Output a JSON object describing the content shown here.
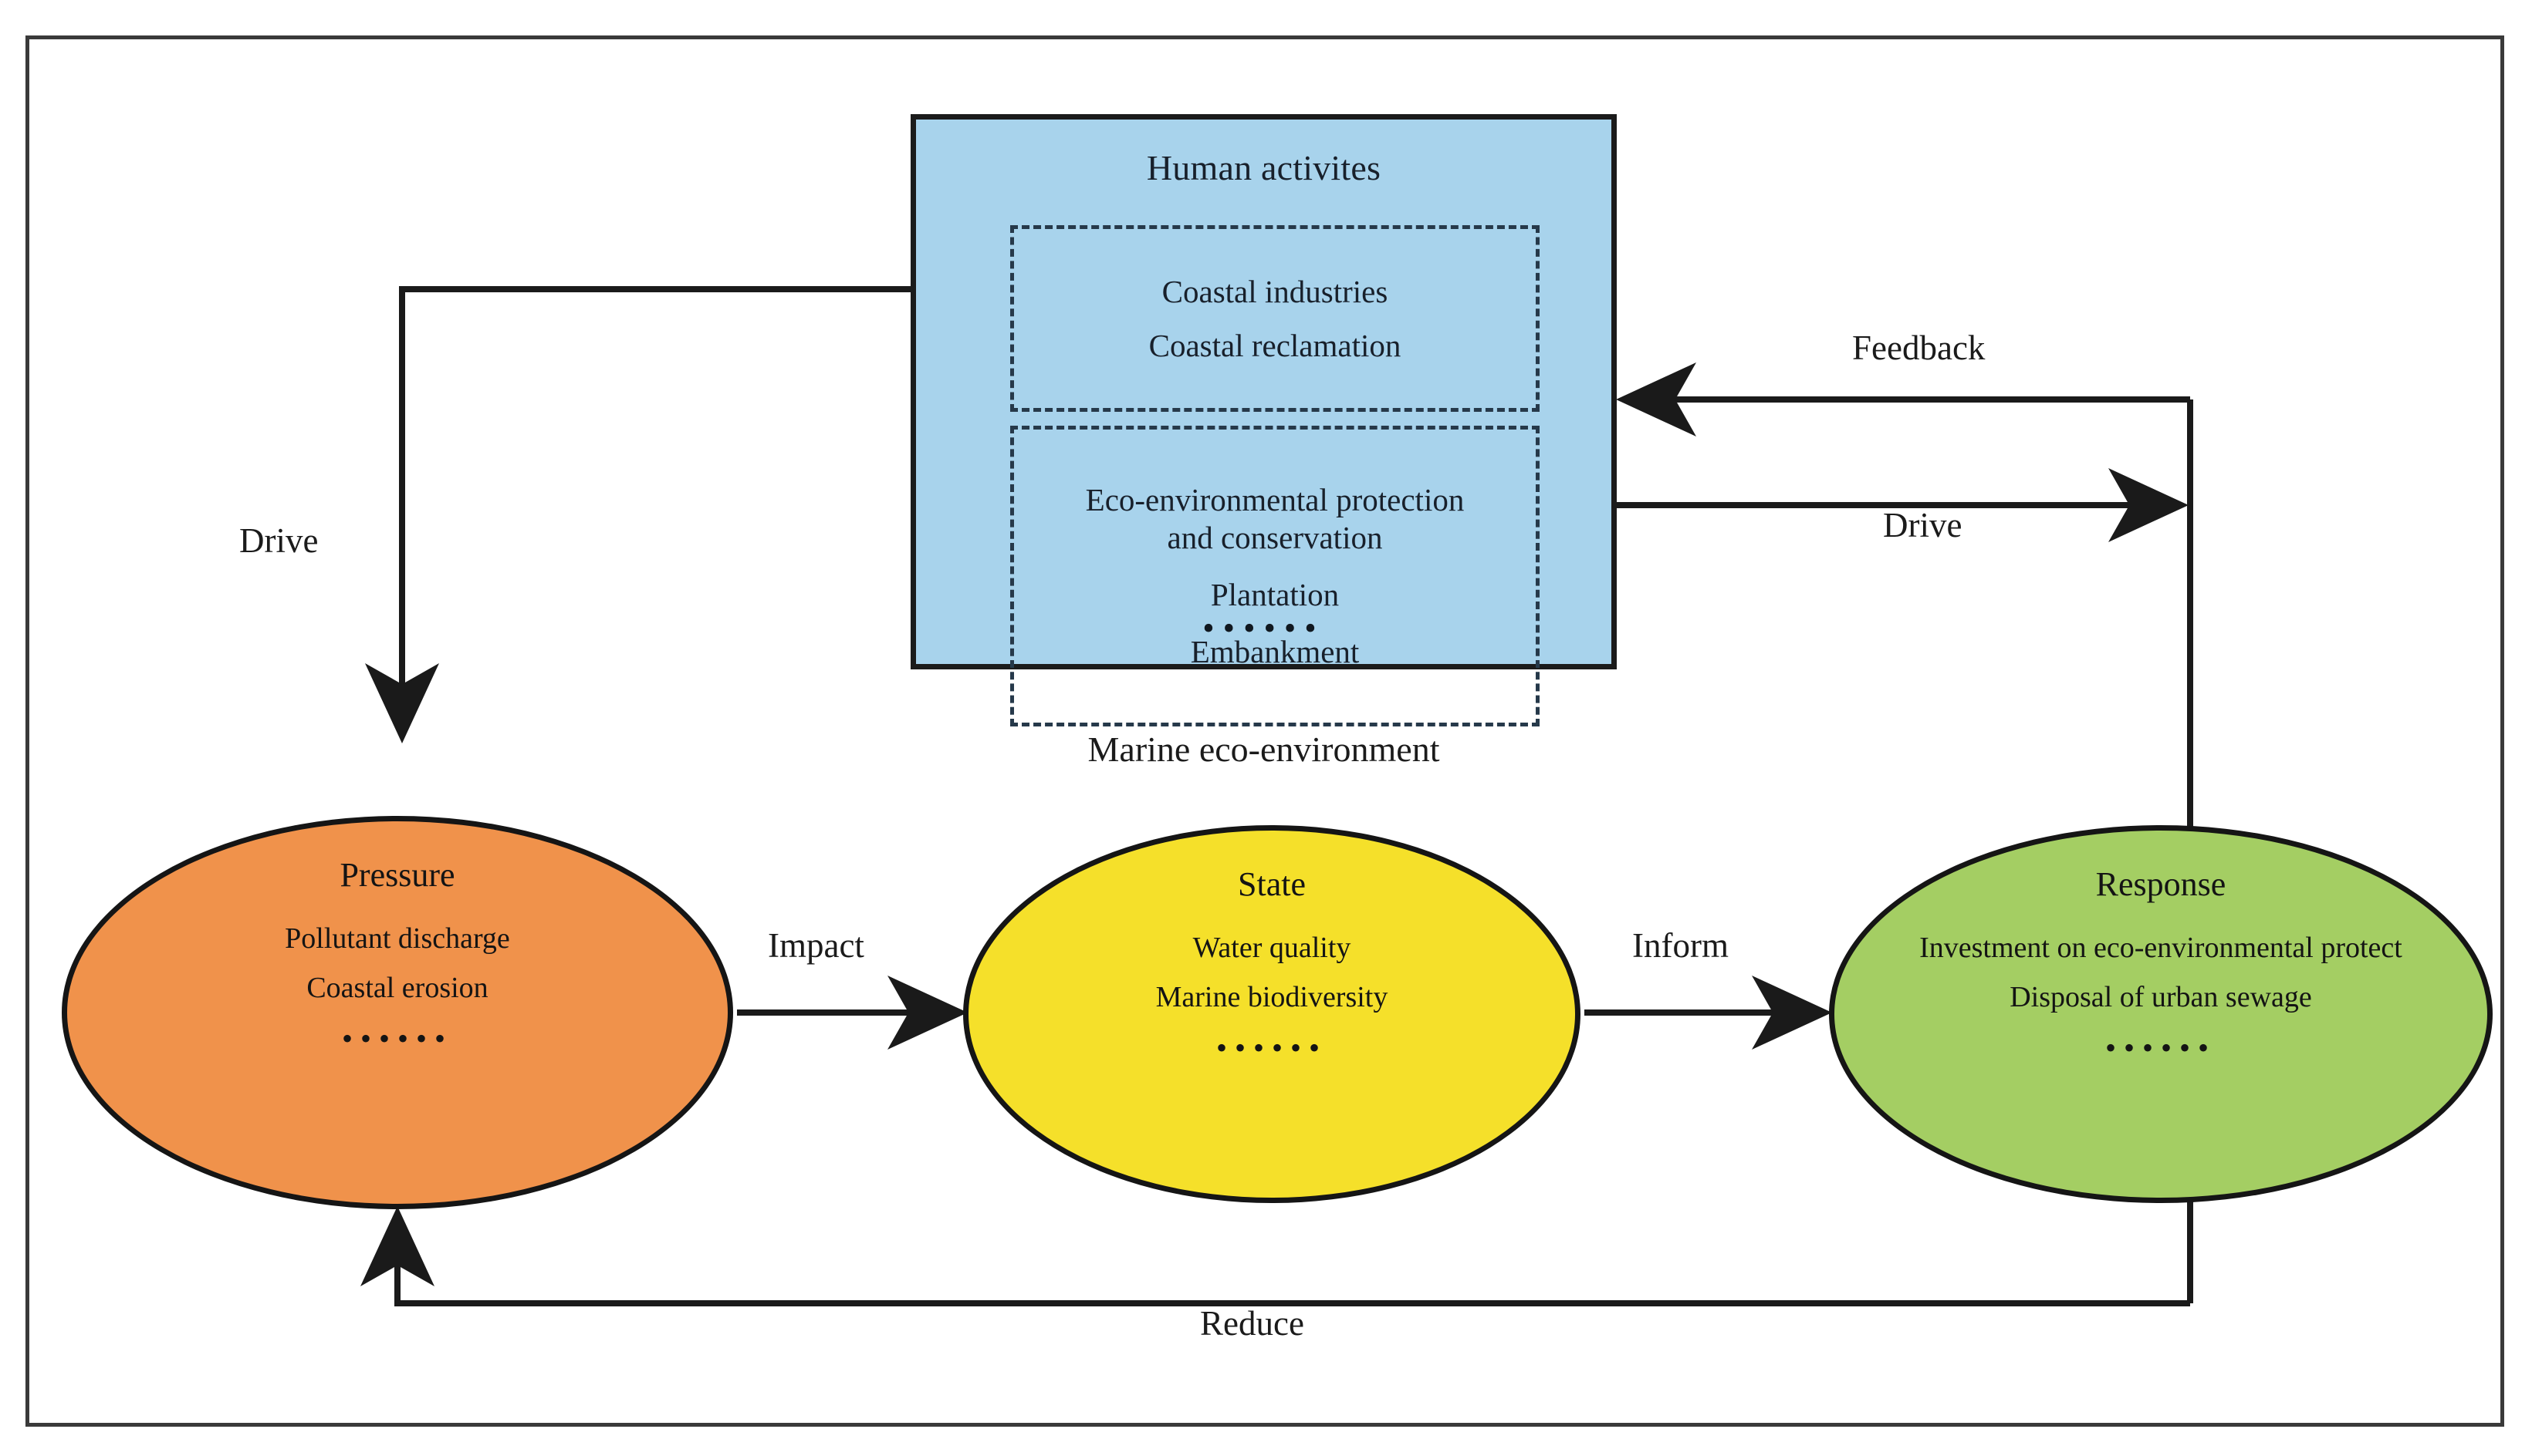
{
  "figure": {
    "title": "Marine eco-environment DPSIR conceptual framework",
    "background": "#ffffff",
    "frame_color": "#3a3a3a"
  },
  "human_panel": {
    "title": "Human activites",
    "fill_color": "#a8d3ec",
    "border_color": "#1b1b1b",
    "dashed_group_pressure": {
      "items": [
        "Coastal industries",
        "Coastal reclamation"
      ]
    },
    "dashed_group_response": {
      "items": [
        "Eco-environmental protection\nand conservation",
        "Plantation",
        "Embankment"
      ]
    },
    "ellipsis": "••••••"
  },
  "marine_caption": "Marine eco-environment",
  "nodes": {
    "pressure": {
      "title": "Pressure",
      "color": "#f0924b",
      "items": [
        "Pollutant discharge",
        "Coastal erosion"
      ],
      "ellipsis": "••••••"
    },
    "state": {
      "title": "State",
      "color": "#f5e02a",
      "items": [
        "Water quality",
        "Marine biodiversity"
      ],
      "ellipsis": "••••••"
    },
    "response": {
      "title": "Response",
      "color": "#a4ce63",
      "items": [
        "Investment on eco-environmental protect",
        "Disposal of urban sewage"
      ],
      "ellipsis": "••••••"
    }
  },
  "edges": {
    "drive_left": "Drive",
    "feedback": "Feedback",
    "drive_right": "Drive",
    "impact": "Impact",
    "inform": "Inform",
    "reduce": "Reduce"
  },
  "chart_data": {
    "type": "diagram",
    "title": "Marine eco-environment DPSIR framework",
    "nodes": [
      {
        "id": "human",
        "label": "Human activites",
        "shape": "rectangle",
        "color": "#a8d3ec",
        "contents": [
          "Coastal industries",
          "Coastal reclamation",
          "Eco-environmental protection and conservation",
          "Plantation",
          "Embankment",
          "••••••"
        ]
      },
      {
        "id": "pressure",
        "label": "Pressure",
        "shape": "ellipse",
        "color": "#f0924b",
        "contents": [
          "Pollutant discharge",
          "Coastal erosion",
          "••••••"
        ]
      },
      {
        "id": "state",
        "label": "State",
        "shape": "ellipse",
        "color": "#f5e02a",
        "contents": [
          "Water quality",
          "Marine biodiversity",
          "••••••"
        ]
      },
      {
        "id": "response",
        "label": "Response",
        "shape": "ellipse",
        "color": "#a4ce63",
        "contents": [
          "Investment on eco-environmental protect",
          "Disposal of urban sewage",
          "••••••"
        ]
      }
    ],
    "edges": [
      {
        "from": "human",
        "to": "pressure",
        "label": "Drive"
      },
      {
        "from": "pressure",
        "to": "state",
        "label": "Impact"
      },
      {
        "from": "state",
        "to": "response",
        "label": "Inform"
      },
      {
        "from": "human",
        "to": "response",
        "label": "Drive"
      },
      {
        "from": "response",
        "to": "human",
        "label": "Feedback"
      },
      {
        "from": "response",
        "to": "pressure",
        "label": "Reduce"
      }
    ]
  }
}
